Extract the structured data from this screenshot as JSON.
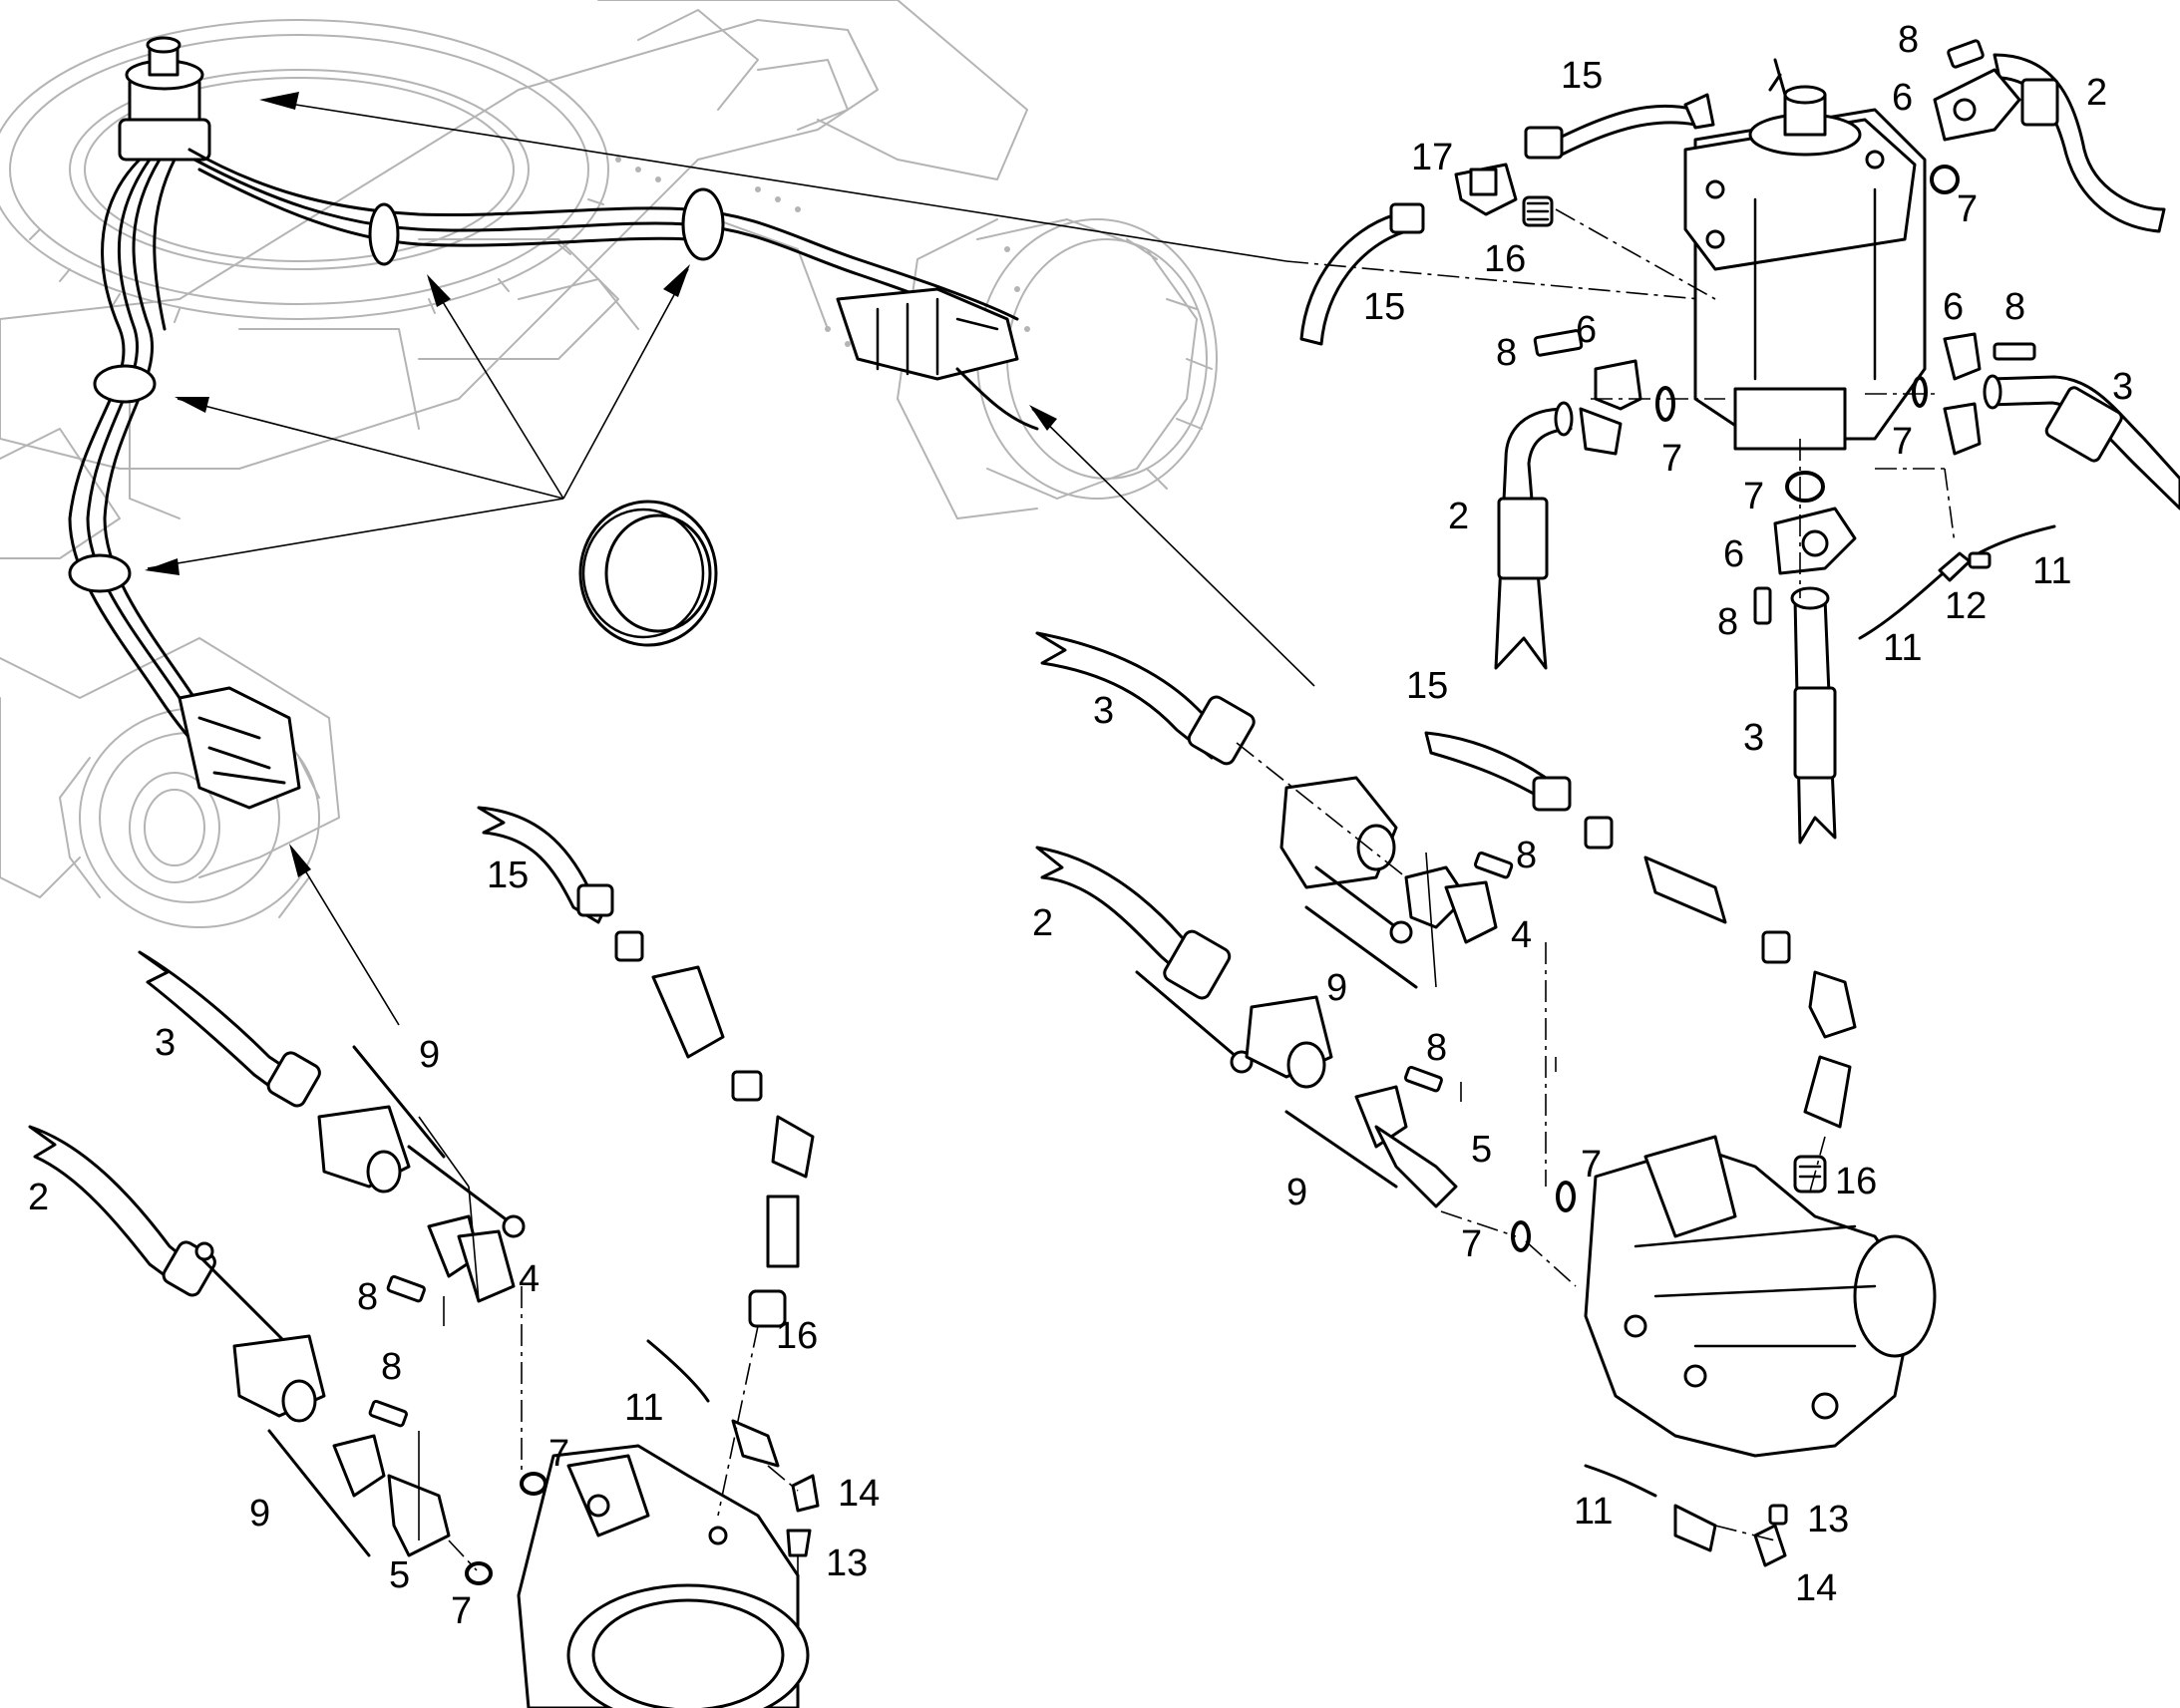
{
  "diagram": {
    "callouts": [
      {
        "id": "c-left-15",
        "text": "15"
      },
      {
        "id": "c-left-3",
        "text": "3"
      },
      {
        "id": "c-left-9a",
        "text": "9"
      },
      {
        "id": "c-left-2",
        "text": "2"
      },
      {
        "id": "c-left-4",
        "text": "4"
      },
      {
        "id": "c-left-8a",
        "text": "8"
      },
      {
        "id": "c-left-16",
        "text": "16"
      },
      {
        "id": "c-left-8b",
        "text": "8"
      },
      {
        "id": "c-left-11",
        "text": "11"
      },
      {
        "id": "c-left-7a",
        "text": "7"
      },
      {
        "id": "c-left-14",
        "text": "14"
      },
      {
        "id": "c-left-9b",
        "text": "9"
      },
      {
        "id": "c-left-13",
        "text": "13"
      },
      {
        "id": "c-left-5",
        "text": "5"
      },
      {
        "id": "c-left-7b",
        "text": "7"
      },
      {
        "id": "c-mid-3",
        "text": "3"
      },
      {
        "id": "c-mid-15",
        "text": "15"
      },
      {
        "id": "c-mid-2",
        "text": "2"
      },
      {
        "id": "c-mid-8a",
        "text": "8"
      },
      {
        "id": "c-mid-4",
        "text": "4"
      },
      {
        "id": "c-mid-9a",
        "text": "9"
      },
      {
        "id": "c-mid-8b",
        "text": "8"
      },
      {
        "id": "c-mid-5",
        "text": "5"
      },
      {
        "id": "c-mid-7a",
        "text": "7"
      },
      {
        "id": "c-mid-9b",
        "text": "9"
      },
      {
        "id": "c-mid-7b",
        "text": "7"
      },
      {
        "id": "c-mid-16",
        "text": "16"
      },
      {
        "id": "c-mid-11",
        "text": "11"
      },
      {
        "id": "c-mid-13",
        "text": "13"
      },
      {
        "id": "c-mid-14",
        "text": "14"
      },
      {
        "id": "c-top-15a",
        "text": "15"
      },
      {
        "id": "c-top-17",
        "text": "17"
      },
      {
        "id": "c-top-16",
        "text": "16"
      },
      {
        "id": "c-top-15b",
        "text": "15"
      },
      {
        "id": "c-top-8a",
        "text": "8"
      },
      {
        "id": "c-top-6a",
        "text": "6"
      },
      {
        "id": "c-top-2a",
        "text": "2"
      },
      {
        "id": "c-top-7a",
        "text": "7"
      },
      {
        "id": "c-top-8b",
        "text": "8"
      },
      {
        "id": "c-top-6b",
        "text": "6"
      },
      {
        "id": "c-top-7b",
        "text": "7"
      },
      {
        "id": "c-top-2b",
        "text": "2"
      },
      {
        "id": "c-top-6c",
        "text": "6"
      },
      {
        "id": "c-top-8c",
        "text": "8"
      },
      {
        "id": "c-top-3a",
        "text": "3"
      },
      {
        "id": "c-top-7c",
        "text": "7"
      },
      {
        "id": "c-top-7d",
        "text": "7"
      },
      {
        "id": "c-top-6d",
        "text": "6"
      },
      {
        "id": "c-top-8d",
        "text": "8"
      },
      {
        "id": "c-top-11a",
        "text": "11"
      },
      {
        "id": "c-top-12",
        "text": "12"
      },
      {
        "id": "c-top-11b",
        "text": "11"
      },
      {
        "id": "c-top-3b",
        "text": "3"
      }
    ]
  }
}
